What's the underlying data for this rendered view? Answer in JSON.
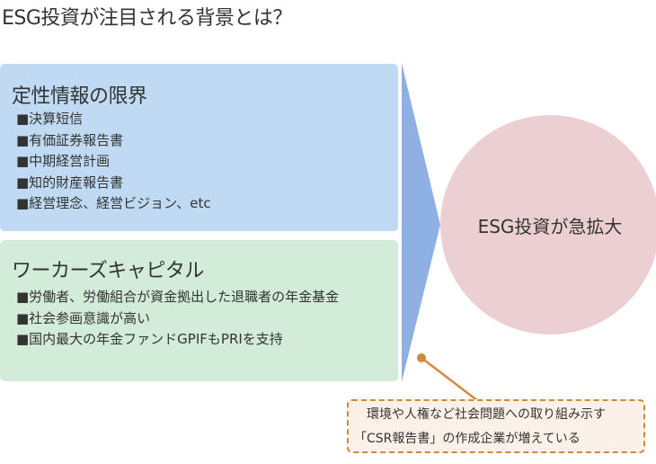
{
  "title": "ESG投資が注目される背景とは？",
  "qualitative": {
    "heading": "定性情報の限界",
    "items": [
      "■決算短信",
      "■有価証券報告書",
      "■中期経営計画",
      "■知的財産報告書",
      "■経営理念、経営ビジョン、etc"
    ]
  },
  "workers": {
    "heading": "ワーカーズキャピタル",
    "items": [
      "■労働者、労働組合が資金拠出した退職者の年金基金",
      "■社会参画意識が高い",
      "■国内最大の年金ファンドGPIFもPRIを支持"
    ]
  },
  "result": "ESG投資が急拡大",
  "callout": {
    "line1": "環境や人権など社会問題への取り組み示す",
    "line2": "「CSR報告書」の作成企業が増えている"
  },
  "colors": {
    "blue": "#bfdaf2",
    "green": "#d3ecd9",
    "arrow": "#8fb0e2",
    "circle": "#eccfd2",
    "callout": "#d08a3c"
  }
}
